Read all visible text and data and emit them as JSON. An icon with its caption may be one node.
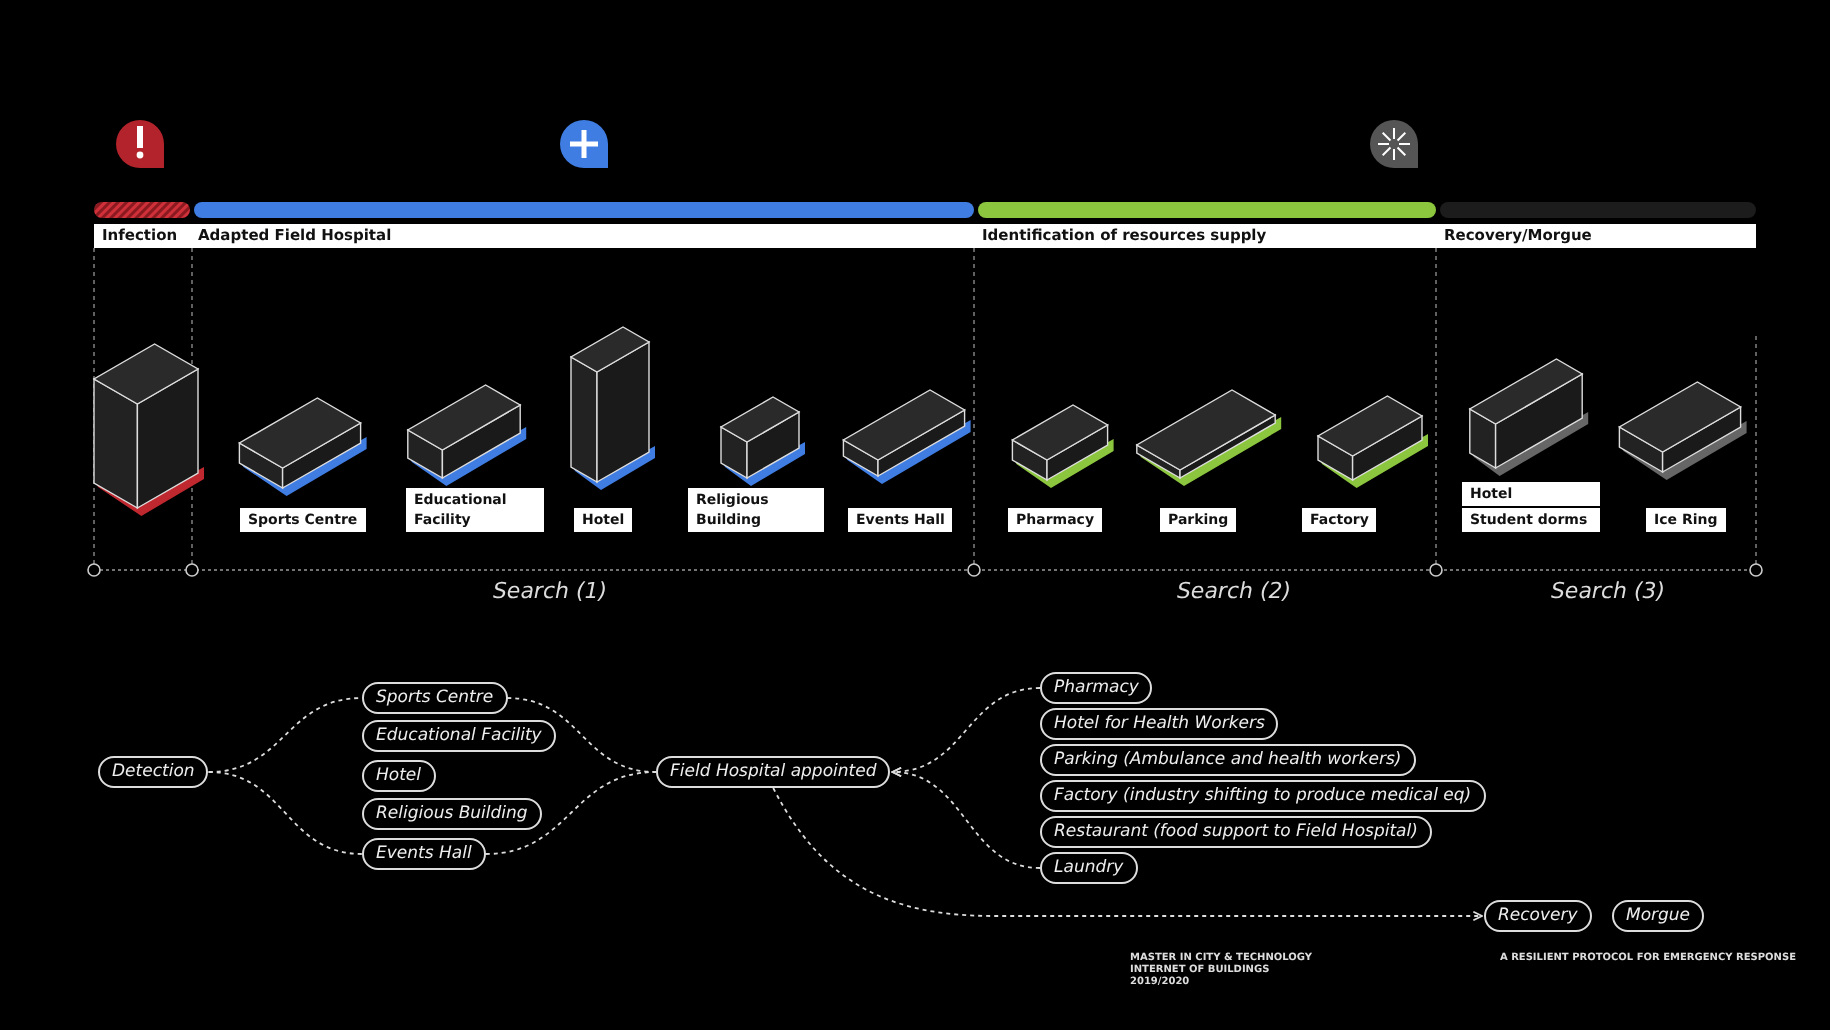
{
  "diagram": {
    "nodes": [
      {
        "text": [
          "Infection"
        ]
      },
      {
        "text": [
          "Adapted Field Hospital"
        ]
      },
      {
        "text": [
          "Identification of resources supply"
        ]
      },
      {
        "text": [
          "Recovery/Morgue"
        ]
      },
      {
        "text": [
          "Sports Centre"
        ]
      },
      {
        "text": [
          "Educational Facility"
        ]
      },
      {
        "text": [
          "Hotel"
        ]
      },
      {
        "text": [
          "Religious Building"
        ]
      },
      {
        "text": [
          "Events Hall"
        ]
      },
      {
        "text": [
          "Pharmacy"
        ]
      },
      {
        "text": [
          "Parking"
        ]
      },
      {
        "text": [
          "Factory"
        ]
      },
      {
        "text": [
          "Hotel"
        ]
      },
      {
        "text": [
          "Student dorms"
        ]
      },
      {
        "text": [
          "Ice Ring"
        ]
      },
      {
        "text": [
          "Detection"
        ]
      },
      {
        "text": [
          "Sports Centre"
        ]
      },
      {
        "text": [
          "Educational Facility"
        ]
      },
      {
        "text": [
          "Hotel"
        ]
      },
      {
        "text": [
          "Religious Building"
        ]
      },
      {
        "text": [
          "Events Hall"
        ]
      },
      {
        "text": [
          "Field Hospital appointed"
        ]
      },
      {
        "text": [
          "Pharmacy"
        ]
      },
      {
        "text": [
          "Hotel for Health Workers"
        ]
      },
      {
        "text": [
          "Parking (Ambulance and health workers)"
        ]
      },
      {
        "text": [
          "Factory (industry shifting to produce medical eq)"
        ]
      },
      {
        "text": [
          "Restaurant (food support to Field Hospital)"
        ]
      },
      {
        "text": [
          "Laundry"
        ]
      },
      {
        "text": [
          "Recovery"
        ]
      },
      {
        "text": [
          "Morgue"
        ]
      }
    ],
    "edges": [
      {
        "from": 15,
        "to": 16,
        "arrow": "none",
        "style": "dashed"
      },
      {
        "from": 16,
        "to": 21,
        "arrow": "none",
        "style": "dashed"
      },
      {
        "from": 15,
        "to": 20,
        "arrow": "none",
        "style": "dashed"
      },
      {
        "from": 20,
        "to": 21,
        "arrow": "none",
        "style": "dashed"
      },
      {
        "from": 22,
        "to": 21,
        "arrow": "to",
        "style": "dashed"
      },
      {
        "from": 27,
        "to": 21,
        "arrow": "to",
        "style": "dashed"
      },
      {
        "from": 21,
        "to": 28,
        "arrow": "to",
        "style": "dashed"
      }
    ],
    "labels": [
      "Search (1)",
      "Search (2)",
      "Search (3)",
      "MASTER IN CITY & TECHNOLOGY",
      "INTERNET OF BUILDINGS",
      "2019/2020",
      "A RESILIENT PROTOCOL FOR EMERGENCY RESPONSE"
    ]
  }
}
